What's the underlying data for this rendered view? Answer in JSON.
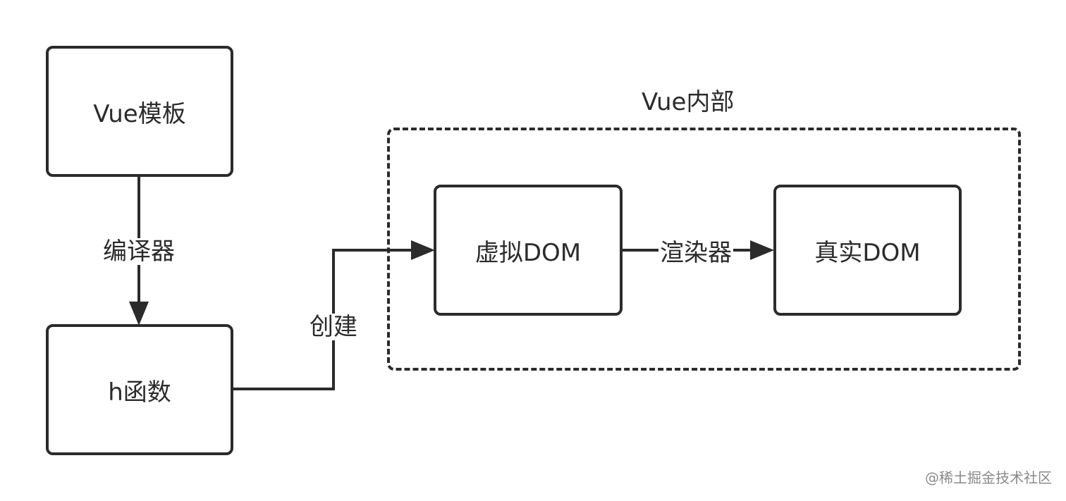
{
  "nodes": {
    "vue_template": "Vue模板",
    "h_function": "h函数",
    "virtual_dom": "虚拟DOM",
    "real_dom": "真实DOM"
  },
  "group": {
    "title": "Vue内部"
  },
  "edges": {
    "compiler": "编译器",
    "create": "创建",
    "renderer": "渲染器"
  },
  "watermark": "@稀土掘金技术社区"
}
